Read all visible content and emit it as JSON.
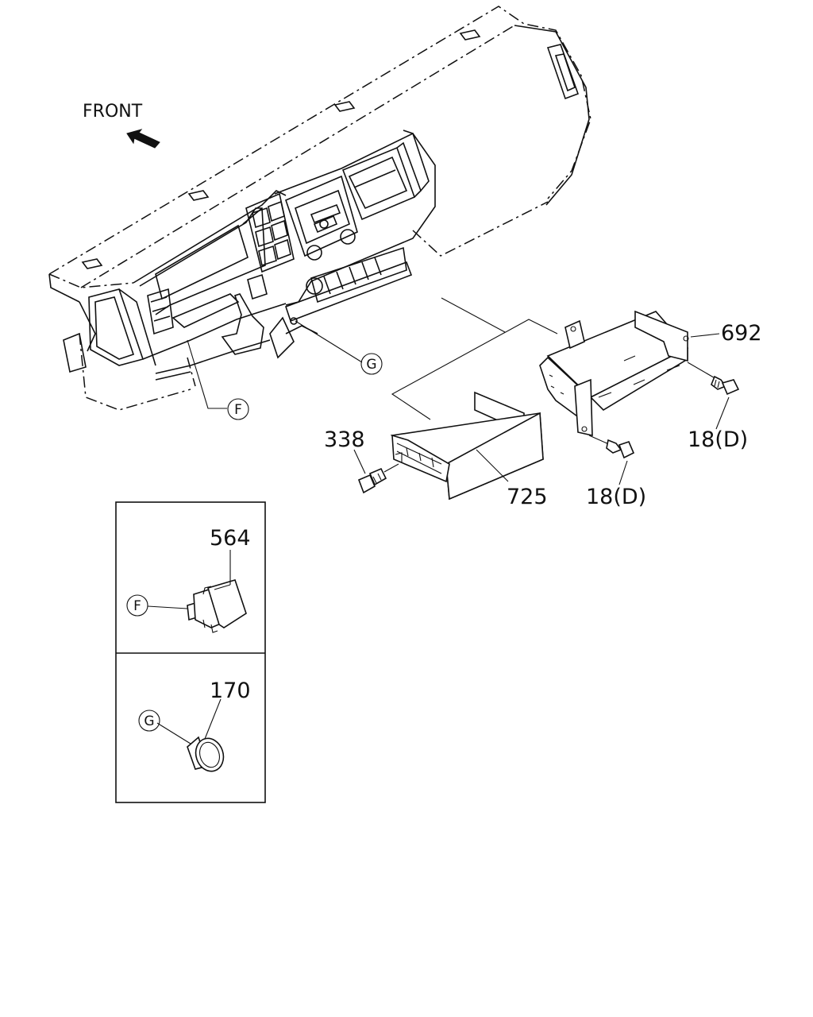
{
  "diagram": {
    "front_label": "FRONT",
    "callouts": {
      "p692": "692",
      "p18a": "18(D)",
      "p18b": "18(D)",
      "p338": "338",
      "p725": "725",
      "p564": "564",
      "p170": "170"
    },
    "ref_markers": {
      "f_main": "F",
      "g_main": "G",
      "f_inset": "F",
      "g_inset": "G"
    },
    "colors": {
      "line": "#111111",
      "background": "#ffffff"
    }
  }
}
